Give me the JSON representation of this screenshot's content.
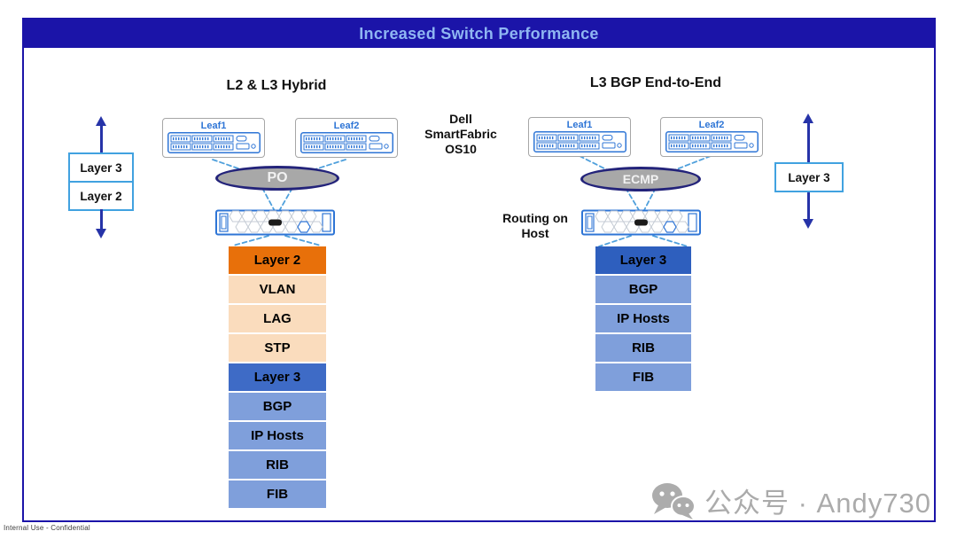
{
  "title": "Increased Switch Performance",
  "center_label": {
    "lines": [
      "Dell",
      "SmartFabric",
      "OS10"
    ]
  },
  "left_panel": {
    "heading": "L2 & L3 Hybrid",
    "side_stack": {
      "labels": [
        "Layer 3",
        "Layer 2"
      ]
    },
    "leaf1": "Leaf1",
    "leaf2": "Leaf2",
    "aggregation": "PO",
    "stack": [
      {
        "label": "Layer 2",
        "color": "#E8700A"
      },
      {
        "label": "VLAN",
        "color": "#FADCBD"
      },
      {
        "label": "LAG",
        "color": "#FADCBD"
      },
      {
        "label": "STP",
        "color": "#FADCBD"
      },
      {
        "label": "Layer 3",
        "color": "#3E6BC6"
      },
      {
        "label": "BGP",
        "color": "#7F9FDB"
      },
      {
        "label": "IP Hosts",
        "color": "#7F9FDB"
      },
      {
        "label": "RIB",
        "color": "#7F9FDB"
      },
      {
        "label": "FIB",
        "color": "#7F9FDB"
      }
    ]
  },
  "right_panel": {
    "heading": "L3 BGP End-to-End",
    "annotation": {
      "lines": [
        "Routing on",
        "Host"
      ]
    },
    "side_stack": {
      "labels": [
        "Layer 3"
      ]
    },
    "leaf1": "Leaf1",
    "leaf2": "Leaf2",
    "aggregation": "ECMP",
    "stack": [
      {
        "label": "Layer 3",
        "color": "#2E5FBE"
      },
      {
        "label": "BGP",
        "color": "#7F9FDB"
      },
      {
        "label": "IP Hosts",
        "color": "#7F9FDB"
      },
      {
        "label": "RIB",
        "color": "#7F9FDB"
      },
      {
        "label": "FIB",
        "color": "#7F9FDB"
      }
    ]
  },
  "footer": {
    "classification": "Internal Use - Confidential"
  },
  "watermark": {
    "text": "公众号 · Andy730"
  },
  "colors": {
    "frame_border": "#1B14A8",
    "title_bar_bg": "#1B14A8",
    "title_text": "#8FB6F2",
    "dashed_link": "#4FA0DC",
    "arrow": "#2633A8",
    "side_box_border": "#41A2E0",
    "ellipse_fill": "#A8A8A8",
    "ellipse_border": "#23237A",
    "leaf_accent": "#2E75D6",
    "layer2_orange": "#E8700A",
    "layer3_blue": "#3E6BC6",
    "row_light_blue": "#7F9FDB",
    "row_light_orange": "#FADCBD",
    "watermark_gray": "#ABABAB"
  }
}
